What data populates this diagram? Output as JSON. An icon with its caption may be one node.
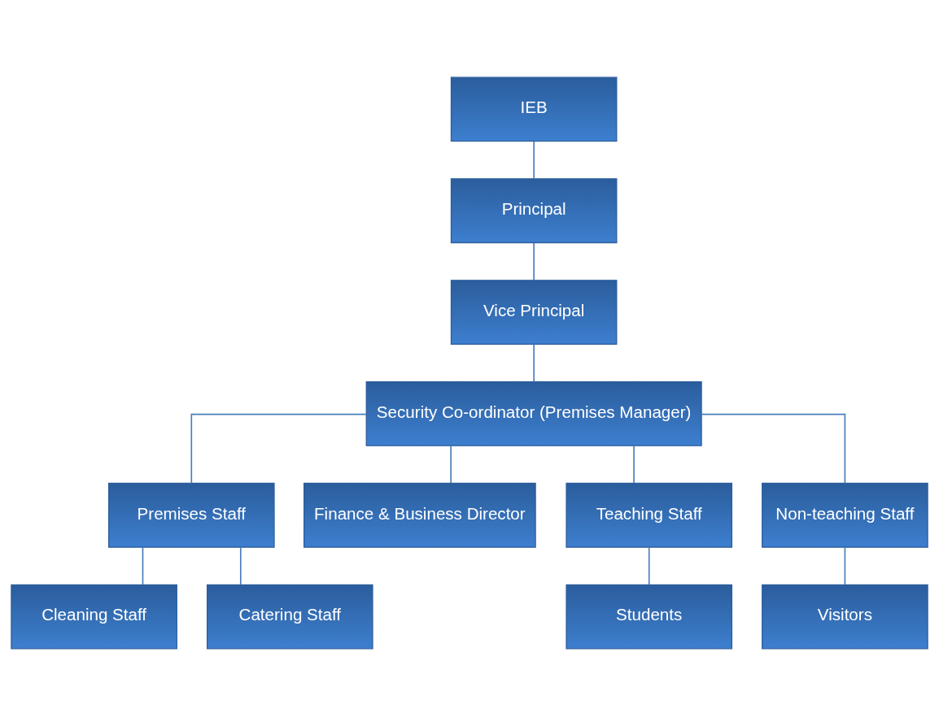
{
  "diagram": {
    "nodes": [
      {
        "text": [
          "IEB"
        ]
      },
      {
        "text": [
          "Principal"
        ]
      },
      {
        "text": [
          "Vice Principal"
        ]
      },
      {
        "text": [
          "Security Co-ordinator (Premises Manager)"
        ]
      },
      {
        "text": [
          "Premises Staff"
        ]
      },
      {
        "text": [
          "Finance & Business Director"
        ]
      },
      {
        "text": [
          "Teaching Staff"
        ]
      },
      {
        "text": [
          "Non-teaching Staff"
        ]
      },
      {
        "text": [
          "Cleaning Staff"
        ]
      },
      {
        "text": [
          "Catering Staff"
        ]
      },
      {
        "text": [
          "Students"
        ]
      },
      {
        "text": [
          "Visitors"
        ]
      }
    ],
    "edges": [
      {
        "from": 0,
        "to": 1,
        "arrow": "none"
      },
      {
        "from": 1,
        "to": 2,
        "arrow": "none"
      },
      {
        "from": 2,
        "to": 3,
        "arrow": "none"
      },
      {
        "from": 3,
        "to": 4,
        "arrow": "none"
      },
      {
        "from": 3,
        "to": 5,
        "arrow": "none"
      },
      {
        "from": 3,
        "to": 6,
        "arrow": "none"
      },
      {
        "from": 3,
        "to": 7,
        "arrow": "none"
      },
      {
        "from": 4,
        "to": 8,
        "arrow": "none"
      },
      {
        "from": 4,
        "to": 9,
        "arrow": "none"
      },
      {
        "from": 6,
        "to": 10,
        "arrow": "none"
      },
      {
        "from": 7,
        "to": 11,
        "arrow": "none"
      }
    ]
  }
}
